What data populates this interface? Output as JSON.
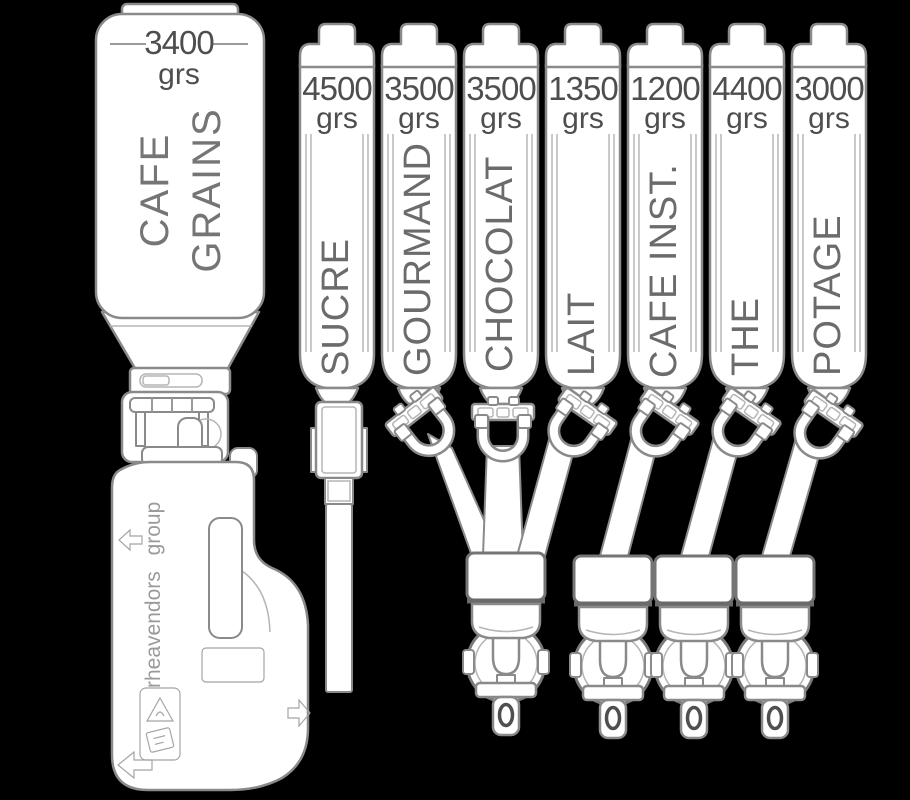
{
  "diagram_title": "beverage machine canister layout",
  "colors": {
    "background": "#000000",
    "line": "#8a8a8a",
    "fill": "#ffffff",
    "text": "#4e4e4e"
  },
  "left_unit": {
    "canister": {
      "weight": "3400",
      "unit": "grs",
      "label_lines": [
        "CAFE",
        "GRAINS"
      ]
    },
    "machine": {
      "brand": "rheavendors group",
      "icons": [
        "arrow-left-icon",
        "arrow-right-icon",
        "warning-triangle-icon",
        "label-sticker-icon"
      ]
    }
  },
  "canisters": [
    {
      "label": "SUCRE",
      "weight": "4500",
      "unit": "grs"
    },
    {
      "label": "GOURMAND",
      "weight": "3500",
      "unit": "grs"
    },
    {
      "label": "CHOCOLAT",
      "weight": "3500",
      "unit": "grs"
    },
    {
      "label": "LAIT",
      "weight": "1350",
      "unit": "grs"
    },
    {
      "label": "CAFE INST.",
      "weight": "1200",
      "unit": "grs"
    },
    {
      "label": "THE",
      "weight": "4400",
      "unit": "grs"
    },
    {
      "label": "POTAGE",
      "weight": "3000",
      "unit": "grs"
    }
  ]
}
